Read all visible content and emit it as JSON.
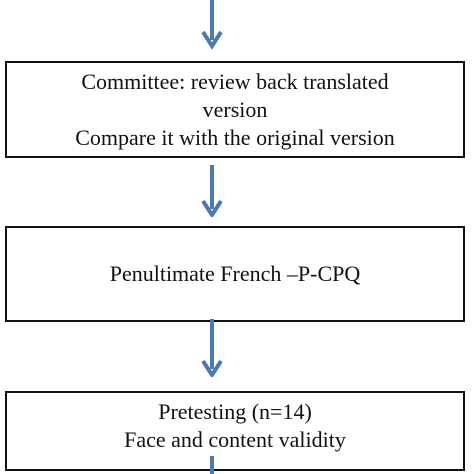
{
  "flowchart": {
    "steps": [
      {
        "lines": [
          "Committee: review back translated",
          "version",
          "Compare it with the original version"
        ]
      },
      {
        "lines": [
          "Penultimate French –P-CPQ"
        ]
      },
      {
        "lines": [
          "Pretesting  (n=14)",
          "Face and content validity"
        ]
      }
    ],
    "arrow_color": "#4a7ab3",
    "border_color": "#111111"
  }
}
